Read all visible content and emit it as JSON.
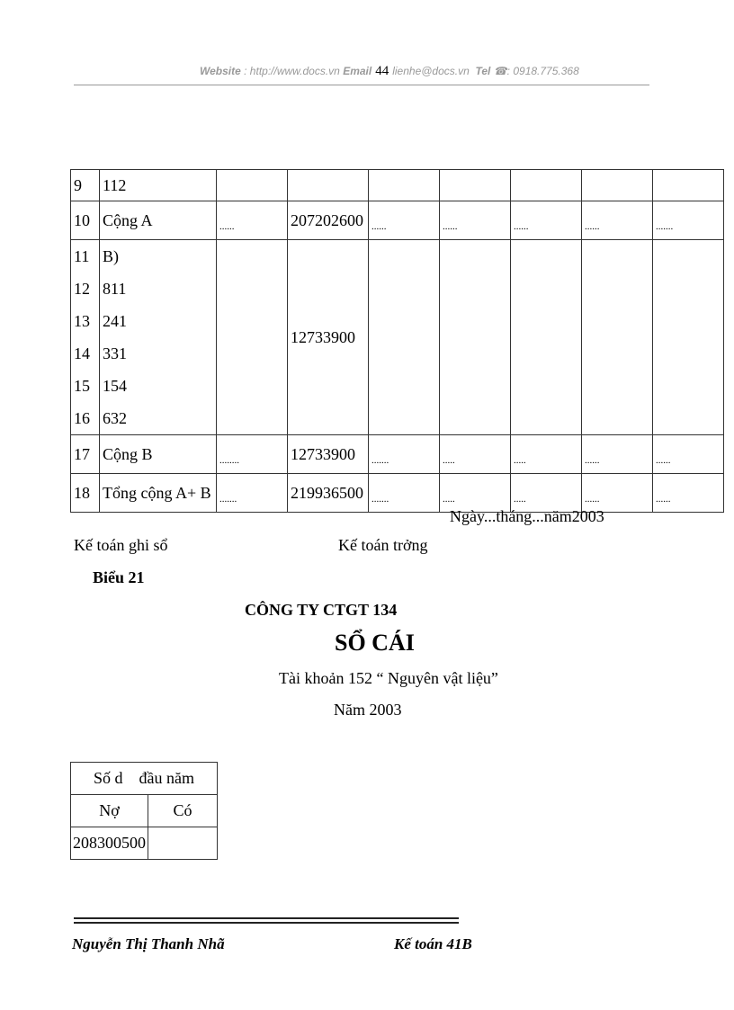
{
  "header": {
    "website_label": "Website",
    "website": ": http://www.docs.vn",
    "email_label": "Email",
    "page_number": "44",
    "email": "lienhe@docs.vn",
    "tel_label": "Tel",
    "phone_icon": "phone-icon",
    "tel": ": 0918.775.368"
  },
  "ledger": {
    "rows": [
      {
        "no": "9",
        "desc": "112",
        "c1": "",
        "c2": "",
        "c3": "",
        "c4": "",
        "c5": "",
        "c6": "",
        "c7": ""
      },
      {
        "no": "10",
        "desc": "Cộng A",
        "c1": "......",
        "c2": "207202600",
        "c3": "......",
        "c4": "......",
        "c5": "......",
        "c6": "......",
        "c7": "......."
      },
      {
        "no": "17",
        "desc": "Cộng B",
        "c1": "........",
        "c2": "12733900",
        "c3": ".......",
        "c4": ".....",
        "c5": ".....",
        "c6": "......",
        "c7": "......"
      },
      {
        "no": "18",
        "desc": "Tổng cộng A+ B",
        "c1": ".......",
        "c2": "219936500",
        "c3": ".......",
        "c4": ".....",
        "c5": ".....",
        "c6": "......",
        "c7": "......"
      }
    ],
    "group_b": {
      "nos": [
        "11",
        "12",
        "13",
        "14",
        "15",
        "16"
      ],
      "descs": [
        "B)",
        "811",
        "241",
        "331",
        "154",
        "632"
      ],
      "value": "12733900"
    }
  },
  "date_line": "Ngày...tháng...năm2003",
  "signers": {
    "left": "Kế toán ghi sổ",
    "right": "Kế toán trởng"
  },
  "form_label": "Biểu 21",
  "company": "CÔNG TY CTGT 134",
  "title": "SỔ CÁI",
  "account": "Tài khoản 152 “ Nguyên  vật liệu”",
  "year": "Năm 2003",
  "opening": {
    "header": "Số d    đầu năm",
    "debit_label": "Nợ",
    "credit_label": "Có",
    "debit": "208300500",
    "credit": ""
  },
  "footer": {
    "author": "Nguyễn Thị Thanh Nhã",
    "class": "Kế toán 41B"
  }
}
